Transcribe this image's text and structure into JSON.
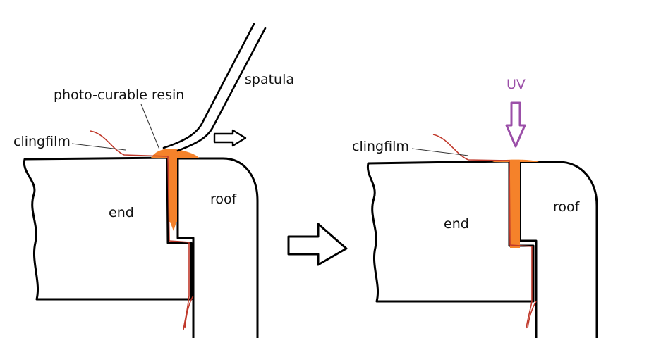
{
  "left_panel": {
    "labels": {
      "spatula": "spatula",
      "resin": "photo-curable resin",
      "clingfilm": "clingfilm",
      "end": "end",
      "roof": "roof"
    }
  },
  "right_panel": {
    "labels": {
      "uv": "UV",
      "clingfilm": "clingfilm",
      "end": "end",
      "roof": "roof"
    }
  },
  "colors": {
    "outline": "#000000",
    "resin": "#f5822a",
    "clingfilm": "#c0392b",
    "uv": "#9b4fa8"
  }
}
